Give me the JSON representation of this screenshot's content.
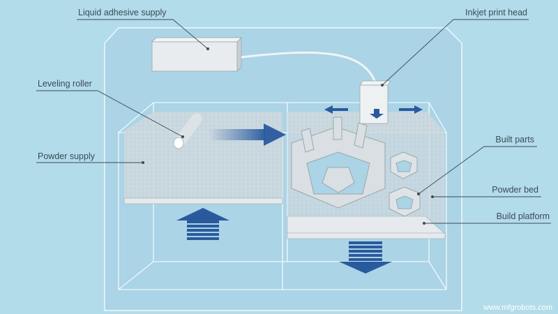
{
  "labels": {
    "adhesive": "Liquid adhesive supply",
    "printhead": "Inkjet print head",
    "roller": "Leveling roller",
    "powder_supply": "Powder supply",
    "built_parts": "Built parts",
    "powder_bed": "Powder bed",
    "build_platform": "Build platform"
  },
  "watermark": "www.mfgrobots.com",
  "colors": {
    "background": "#b3dcea",
    "enclosure": "#a9d3e6",
    "powder": "#c9d6dc",
    "platform": "#e6eaec",
    "arrow_blue": "#2a5a9e",
    "label_text": "#3a4a57",
    "leader_line": "#3a4a57"
  }
}
